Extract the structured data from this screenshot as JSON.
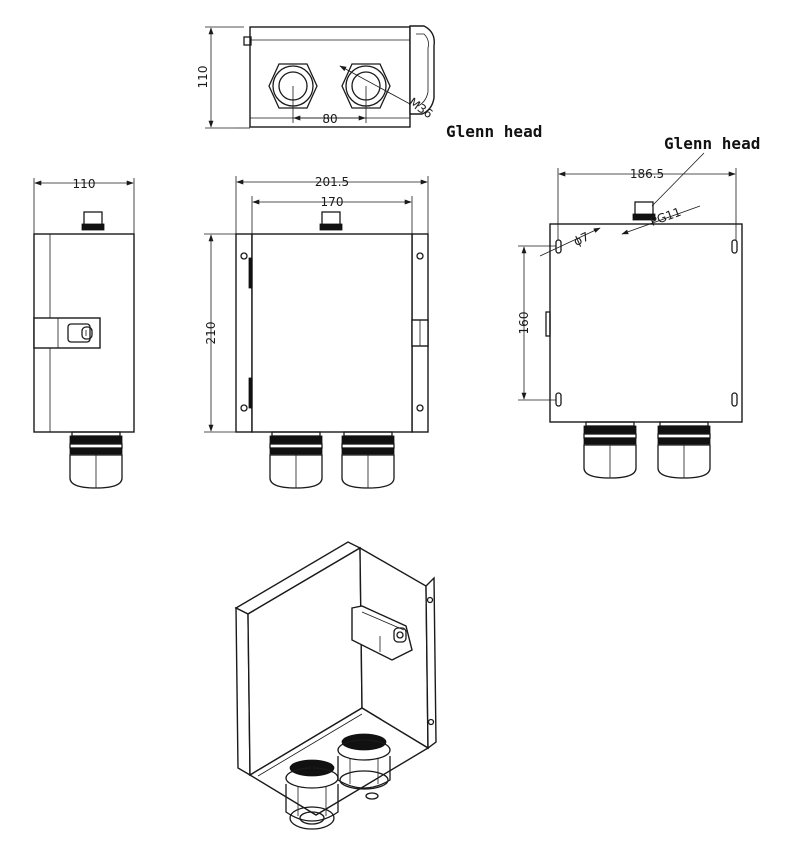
{
  "labels": {
    "glenn_head_top": "Glenn head",
    "glenn_head_side": "Glenn head"
  },
  "dimensions": {
    "top_height": "110",
    "top_spacing": "80",
    "top_thread": "M36",
    "left_width": "110",
    "front_outer_width": "201.5",
    "front_inner_width": "170",
    "front_height": "210",
    "back_width": "186.5",
    "back_height": "160",
    "back_hole": "ϕ7",
    "back_thread": "PG11"
  }
}
